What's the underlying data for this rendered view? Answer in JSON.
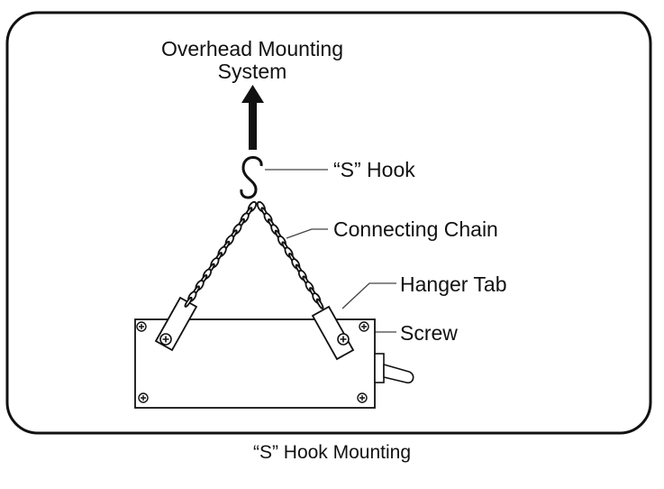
{
  "diagram": {
    "title_line1": "Overhead Mounting",
    "title_line2": "System",
    "labels": {
      "s_hook": "“S” Hook",
      "connecting_chain": "Connecting Chain",
      "hanger_tab": "Hanger Tab",
      "screw": "Screw"
    },
    "caption": "“S” Hook Mounting"
  }
}
